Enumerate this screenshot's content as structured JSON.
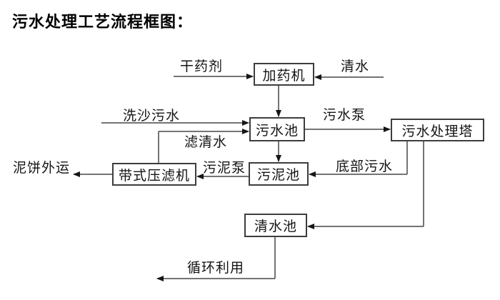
{
  "title": "污水处理工艺流程框图：",
  "nodes": {
    "dosing_machine": "加药机",
    "sewage_pool": "污水池",
    "sewage_treatment_tower": "污水处理塔",
    "sludge_pool": "污泥池",
    "belt_filter_press": "带式压滤机",
    "clean_water_pool": "清水池"
  },
  "edges": {
    "dry_agent": "干药剂",
    "clean_water": "清水",
    "sand_washing_sewage": "洗沙污水",
    "sewage_pump": "污水泵",
    "filtered_water": "滤清水",
    "sludge_pump": "污泥泵",
    "bottom_sewage": "底部污水",
    "mud_cake_outbound": "泥饼外运",
    "recycle_use": "循环利用"
  },
  "colors": {
    "text": "#141414",
    "line": "#474747",
    "background": "#ffffff"
  }
}
